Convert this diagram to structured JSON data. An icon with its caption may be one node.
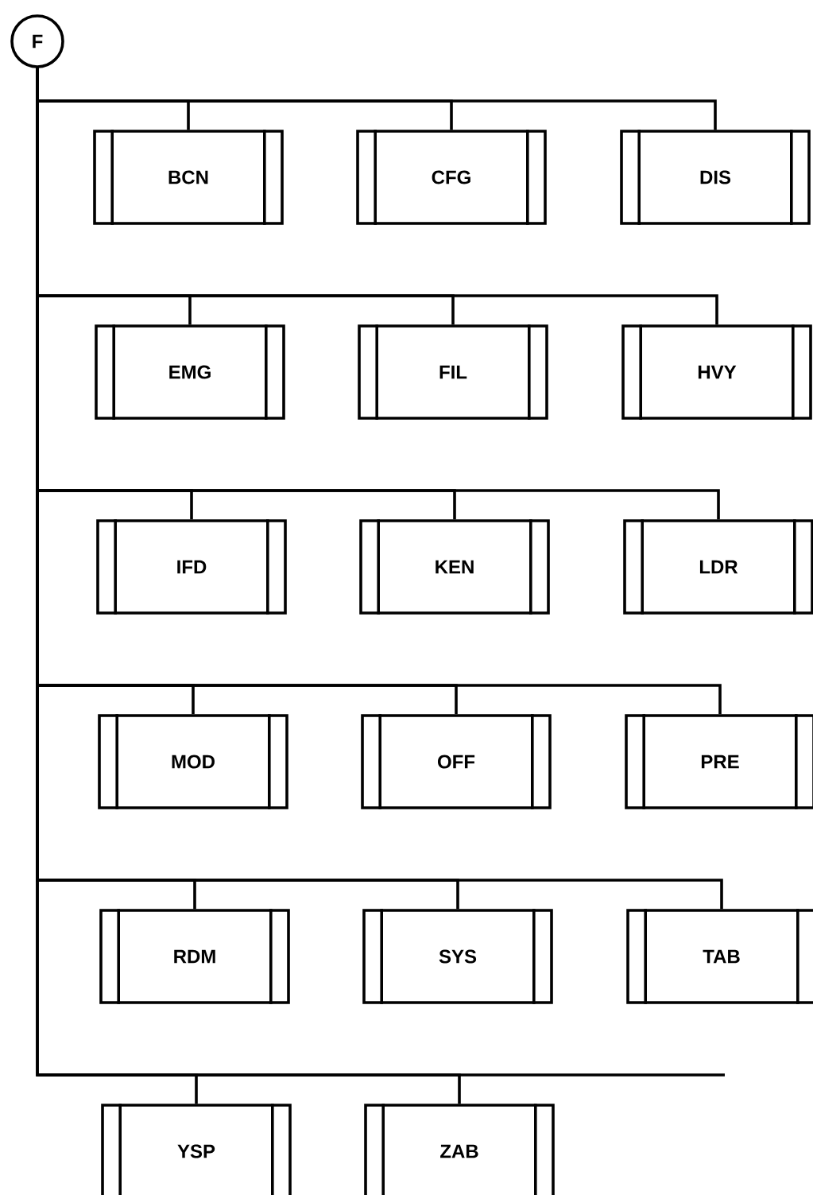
{
  "diagram": {
    "nodes": [
      {
        "text": [
          "F"
        ]
      },
      {
        "text": [
          "BCN"
        ]
      },
      {
        "text": [
          "CFG"
        ]
      },
      {
        "text": [
          "DIS"
        ]
      },
      {
        "text": [
          "EMG"
        ]
      },
      {
        "text": [
          "FIL"
        ]
      },
      {
        "text": [
          "HVY"
        ]
      },
      {
        "text": [
          "IFD"
        ]
      },
      {
        "text": [
          "KEN"
        ]
      },
      {
        "text": [
          "LDR"
        ]
      },
      {
        "text": [
          "MOD"
        ]
      },
      {
        "text": [
          "OFF"
        ]
      },
      {
        "text": [
          "PRE"
        ]
      },
      {
        "text": [
          "RDM"
        ]
      },
      {
        "text": [
          "SYS"
        ]
      },
      {
        "text": [
          "TAB"
        ]
      },
      {
        "text": [
          "YSP"
        ]
      },
      {
        "text": [
          "ZAB"
        ]
      }
    ],
    "edges": [
      {
        "from": 0,
        "to": 1,
        "arrow": "none"
      },
      {
        "from": 0,
        "to": 2,
        "arrow": "none"
      },
      {
        "from": 0,
        "to": 3,
        "arrow": "none"
      },
      {
        "from": 0,
        "to": 4,
        "arrow": "none"
      },
      {
        "from": 0,
        "to": 5,
        "arrow": "none"
      },
      {
        "from": 0,
        "to": 6,
        "arrow": "none"
      },
      {
        "from": 0,
        "to": 7,
        "arrow": "none"
      },
      {
        "from": 0,
        "to": 8,
        "arrow": "none"
      },
      {
        "from": 0,
        "to": 9,
        "arrow": "none"
      },
      {
        "from": 0,
        "to": 10,
        "arrow": "none"
      },
      {
        "from": 0,
        "to": 11,
        "arrow": "none"
      },
      {
        "from": 0,
        "to": 12,
        "arrow": "none"
      },
      {
        "from": 0,
        "to": 13,
        "arrow": "none"
      },
      {
        "from": 0,
        "to": 14,
        "arrow": "none"
      },
      {
        "from": 0,
        "to": 15,
        "arrow": "none"
      },
      {
        "from": 0,
        "to": 16,
        "arrow": "none"
      },
      {
        "from": 0,
        "to": 17,
        "arrow": "none"
      }
    ]
  }
}
